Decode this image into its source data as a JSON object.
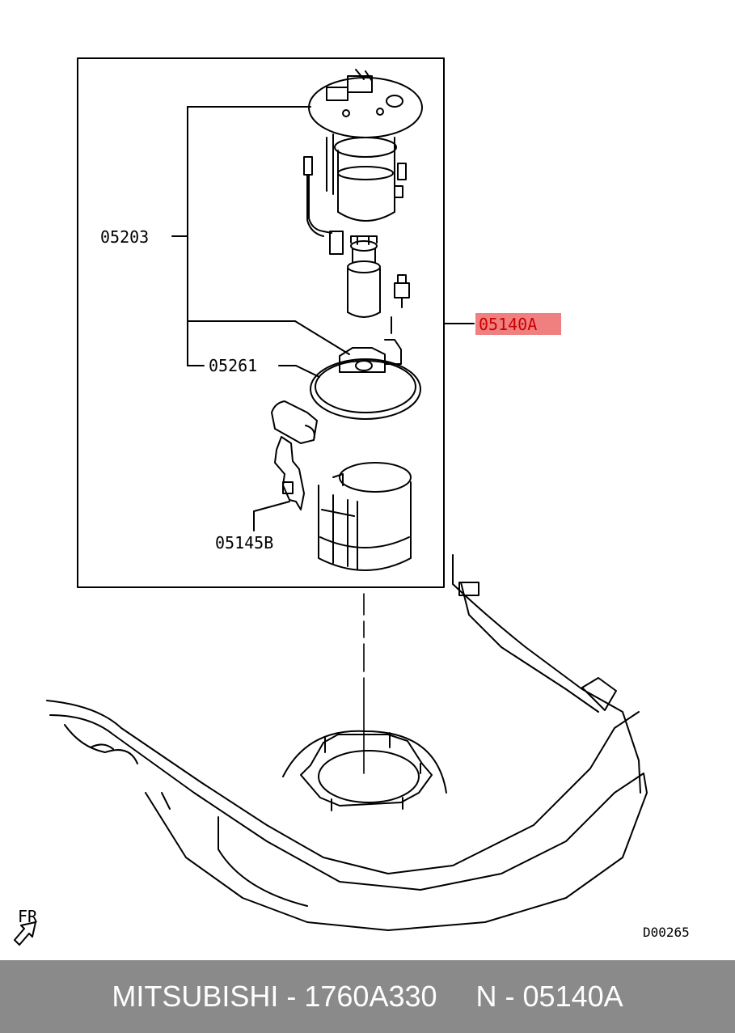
{
  "callouts": {
    "assembly": "05203",
    "gasket": "05261",
    "highlighted": "05140A",
    "sender": "05145B"
  },
  "direction_label": "FR",
  "drawing_code": "D00265",
  "footer": {
    "brand_part": "MITSUBISHI - 1760A330",
    "ref": "N - 05140A"
  },
  "colors": {
    "highlight_fill": "#f08080",
    "highlight_text": "#cc0000",
    "footer_bg": "#8a8a8a"
  }
}
